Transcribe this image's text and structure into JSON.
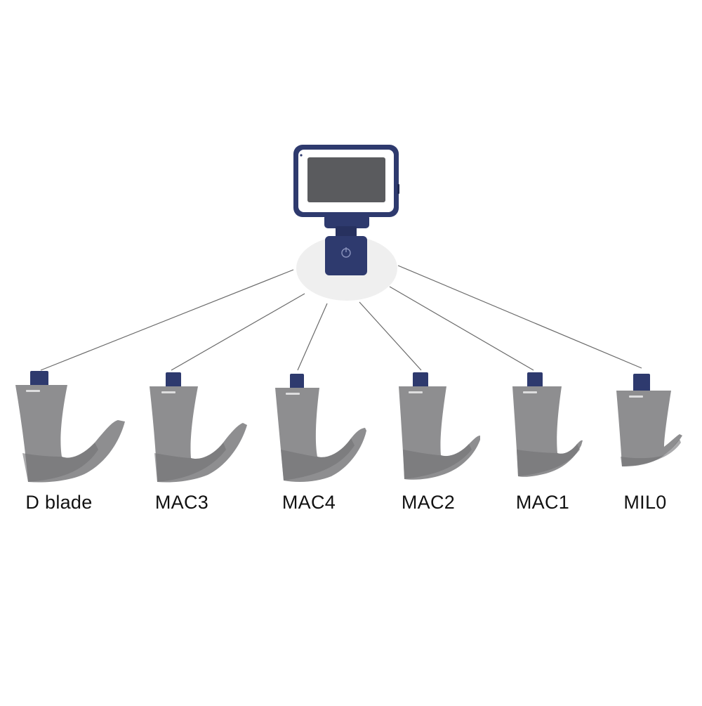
{
  "colors": {
    "device_navy": "#2e3a6e",
    "screen_dark": "#5a5b5e",
    "blade_gray": "#8e8e90",
    "blade_dark": "#727274",
    "connector_line": "#6a6a6a",
    "hub_ellipse": "#efefef"
  },
  "blades": [
    {
      "id": "d-blade",
      "label": "D blade"
    },
    {
      "id": "mac3",
      "label": "MAC3"
    },
    {
      "id": "mac4",
      "label": "MAC4"
    },
    {
      "id": "mac2",
      "label": "MAC2"
    },
    {
      "id": "mac1",
      "label": "MAC1"
    },
    {
      "id": "mil0",
      "label": "MIL0"
    }
  ]
}
